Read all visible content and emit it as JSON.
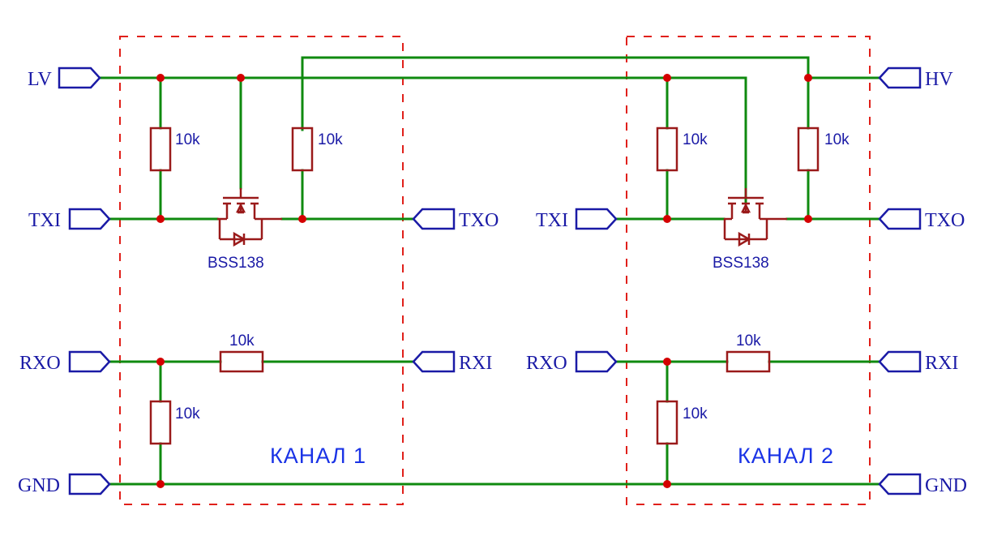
{
  "colors": {
    "wire": "#0f8a0f",
    "component": "#9a1a1a",
    "port": "#1a1aa6",
    "junction": "#d40000",
    "channel_box": "#e0201a",
    "channel_text": "#1a33e6"
  },
  "ports": {
    "lv": "LV",
    "hv": "HV",
    "ch1_txi": "TXI",
    "ch1_txo": "TXO",
    "ch1_rxo": "RXO",
    "ch1_rxi": "RXI",
    "ch2_txi": "TXI",
    "ch2_txo": "TXO",
    "ch2_rxo": "RXO",
    "ch2_rxi": "RXI",
    "gnd_left": "GND",
    "gnd_right": "GND"
  },
  "channels": {
    "ch1": "КАНАЛ 1",
    "ch2": "КАНАЛ 2"
  },
  "components": {
    "ch1_r_lv_pullup": "10k",
    "ch1_r_hv_pullup": "10k",
    "ch1_r_series": "10k",
    "ch1_r_divider": "10k",
    "ch1_mosfet": "BSS138",
    "ch2_r_lv_pullup": "10k",
    "ch2_r_hv_pullup": "10k",
    "ch2_r_series": "10k",
    "ch2_r_divider": "10k",
    "ch2_mosfet": "BSS138"
  }
}
